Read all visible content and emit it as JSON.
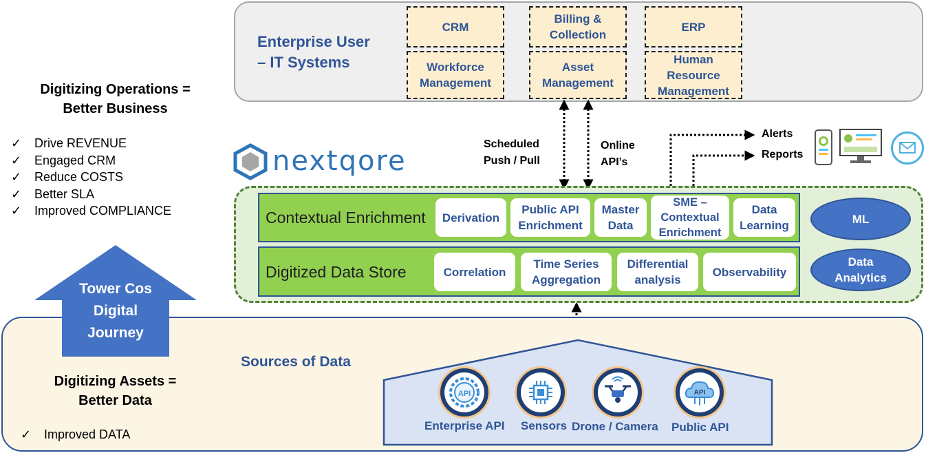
{
  "enterprise": {
    "title": "Enterprise User\n– IT Systems",
    "systems": [
      "CRM",
      "Billing &\nCollection",
      "ERP",
      "Workforce\nManagement",
      "Asset\nManagement",
      "Human\nResource\nManagement"
    ]
  },
  "left": {
    "ops_heading": "Digitizing Operations =\nBetter Business",
    "ops_bullets": [
      "Drive REVENUE",
      "Engaged CRM",
      "Reduce COSTS",
      "Better SLA",
      "Improved COMPLIANCE"
    ],
    "journey_label": "Tower Cos\nDigital\nJourney",
    "assets_heading": "Digitizing Assets =\nBetter Data",
    "assets_bullets": [
      "Improved DATA"
    ],
    "check_mark": "✓"
  },
  "connectors": {
    "scheduled": "Scheduled\nPush / Pull",
    "online": "Online\nAPI’s",
    "alerts": "Alerts",
    "reports": "Reports"
  },
  "brand": {
    "logo_text": "nextqore",
    "logo_color": "#2e75b6"
  },
  "engine": {
    "enrichment_label": "Contextual Enrichment",
    "enrichment_items": [
      "Derivation",
      "Public API\nEnrichment",
      "Master\nData",
      "SME –\nContextual\nEnrichment",
      "Data\nLearning"
    ],
    "store_label": "Digitized Data Store",
    "store_items": [
      "Correlation",
      "Time Series\nAggregation",
      "Differential\nanalysis",
      "Observability"
    ],
    "ml_label": "ML",
    "analytics_label": "Data\nAnalytics"
  },
  "sources": {
    "title": "Sources of Data",
    "items": [
      {
        "label": "Enterprise API",
        "icon": "api-gear-icon",
        "icon_text": "API"
      },
      {
        "label": "Sensors",
        "icon": "chip-icon"
      },
      {
        "label": "Drone / Camera",
        "icon": "drone-icon"
      },
      {
        "label": "Public API",
        "icon": "cloud-api-icon",
        "icon_text": "API"
      }
    ]
  },
  "colors": {
    "accent_blue": "#2f5597",
    "band_green": "#92d050",
    "engine_bg": "#e2efd9",
    "system_bg": "#fdeecf",
    "ellipse_blue": "#4472c4"
  }
}
